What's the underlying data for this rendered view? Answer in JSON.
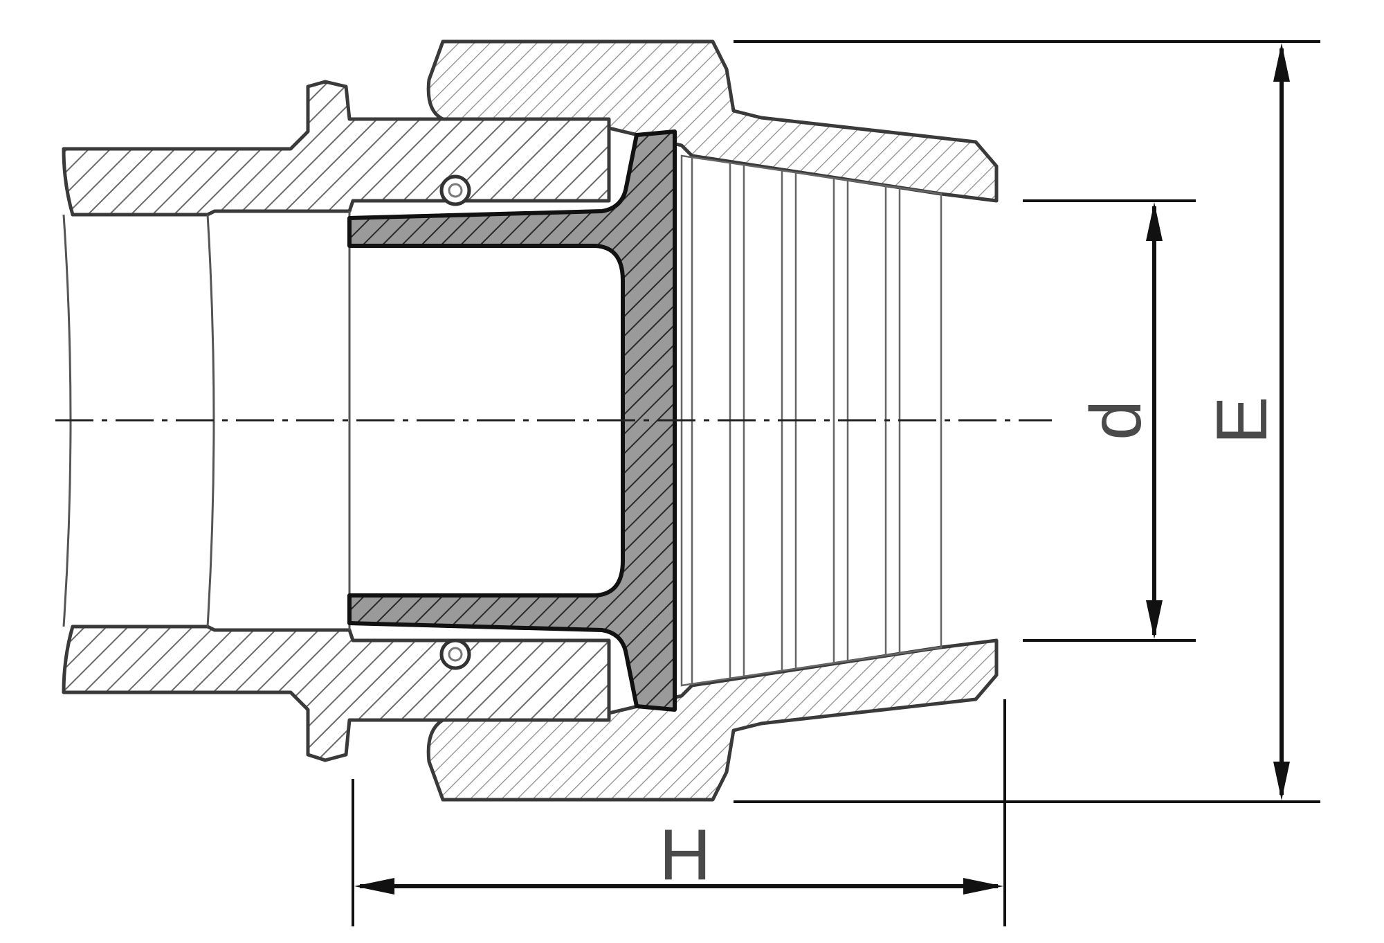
{
  "labels": {
    "d": "d",
    "E": "E",
    "H": "H"
  },
  "colors": {
    "line": "#111111",
    "outline": "#3a3a3a",
    "seal_fill": "#9a9a9a",
    "hatch_light": "#6a6a6a",
    "label": "#4a4a4a"
  }
}
